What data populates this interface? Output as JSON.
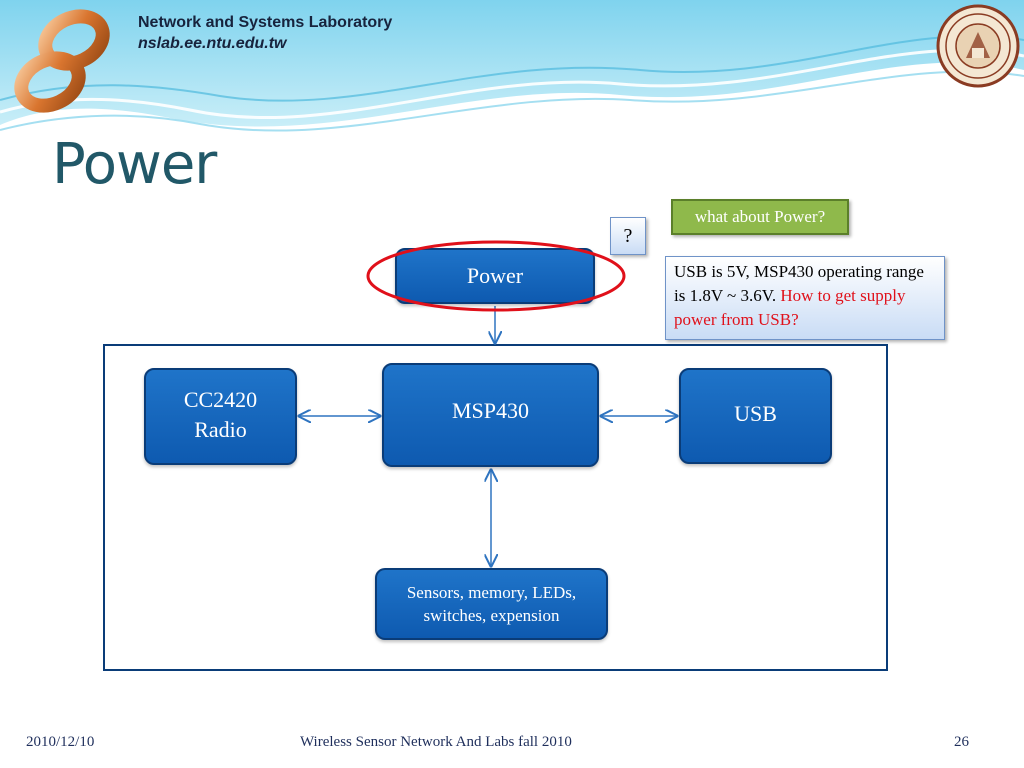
{
  "header": {
    "lab_name": "Network and Systems Laboratory",
    "lab_url": "nslab.ee.ntu.edu.tw"
  },
  "slide": {
    "title": "Power"
  },
  "diagram": {
    "power": "Power",
    "cc2420": "CC2420\nRadio",
    "msp430": "MSP430",
    "usb": "USB",
    "sensors": "Sensors, memory, LEDs,\nswitches, expension"
  },
  "callouts": {
    "question": "?",
    "what_about": "what about Power?",
    "usb_note_black": "USB is 5V, MSP430 operating range is 1.8V ~ 3.6V. ",
    "usb_note_red": "How to get supply power from USB?"
  },
  "footer": {
    "date": "2010/12/10",
    "course": "Wireless Sensor Network And Labs fall 2010",
    "page": "26"
  },
  "colors": {
    "title": "#215868",
    "box_fill": "#1565c0",
    "box_border": "#0a3c78",
    "highlight_ellipse": "#e0101a",
    "green_callout": "#8fb94b",
    "red_text": "#e0101a"
  },
  "icons": {
    "logo": "nslab-infinity-logo-icon",
    "seal": "ntu-seal-icon"
  }
}
